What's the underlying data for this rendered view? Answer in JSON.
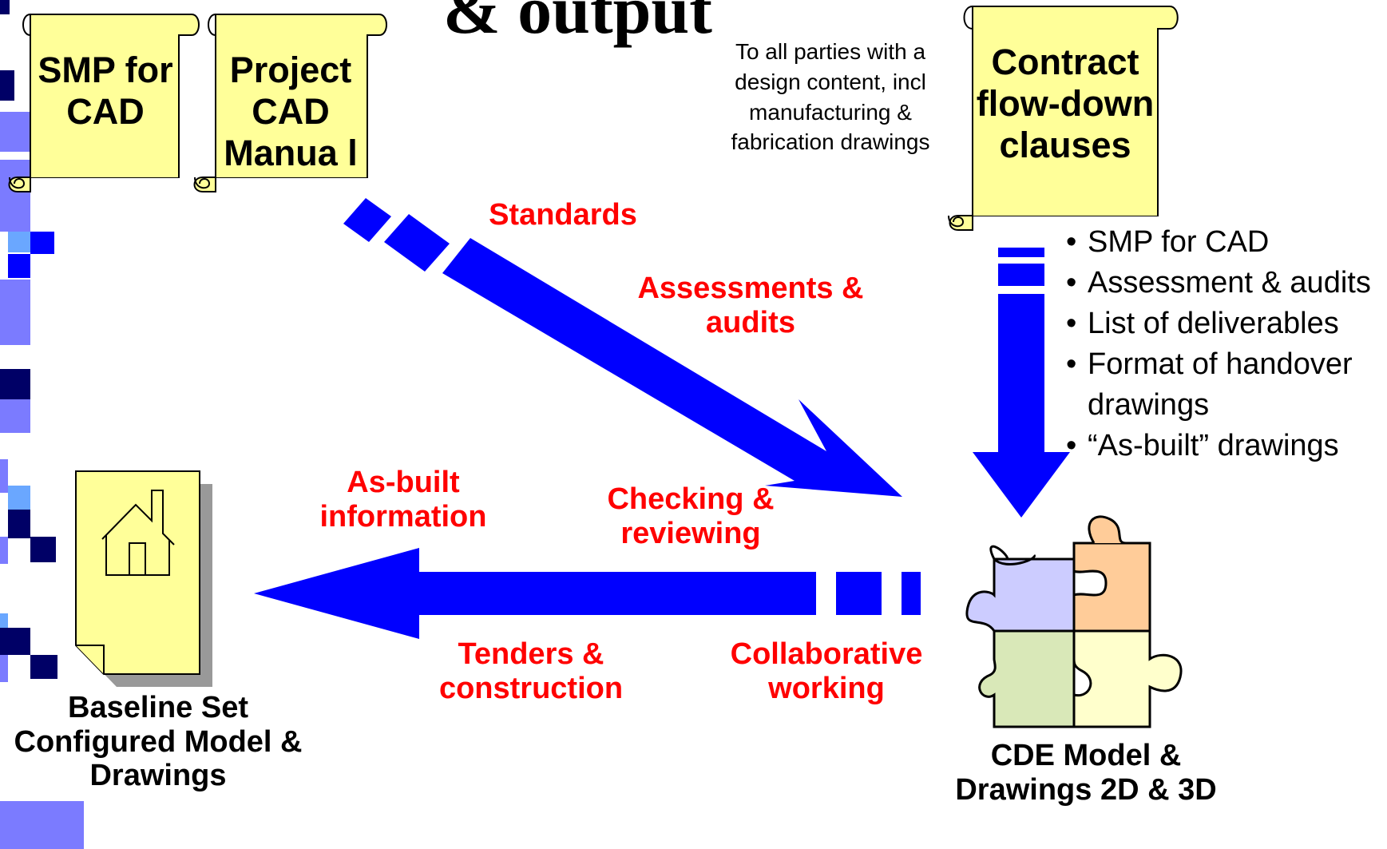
{
  "title": "& output",
  "scrolls": {
    "smp_for_cad": "SMP for CAD",
    "project_cad_manual": "Project CAD Manua l",
    "contract_flowdown": "Contract flow-down clauses"
  },
  "flowdown_note": "To all parties with a design content, incl manufacturing & fabrication drawings",
  "arrow_labels": {
    "standards": "Standards",
    "assessments": "Assessments & audits",
    "asbuilt": "As-built information",
    "checking": "Checking & reviewing",
    "tenders": "Tenders & construction",
    "collaborative": "Collaborative working"
  },
  "contract_items": [
    "SMP for CAD",
    "Assessment & audits",
    "List of deliverables",
    "Format of handover drawings",
    "“As-built” drawings"
  ],
  "baseline_caption": "Baseline Set Configured Model & Drawings",
  "cde_caption": "CDE Model & Drawings 2D & 3D",
  "colors": {
    "arrow_blue": "#0000ff",
    "label_red": "#ff0000",
    "scroll_fill": "#ffff99",
    "puzzle_lavender": "#ccccff",
    "puzzle_orange": "#ffcc99",
    "puzzle_green": "#d9e8b8",
    "puzzle_yellow": "#ffffcc",
    "deco_navy": "#000066",
    "deco_blue": "#0000ff",
    "deco_lilac": "#7b7bff"
  },
  "icons": [
    "scroll-icon",
    "house-document-icon",
    "puzzle-pieces-icon"
  ]
}
